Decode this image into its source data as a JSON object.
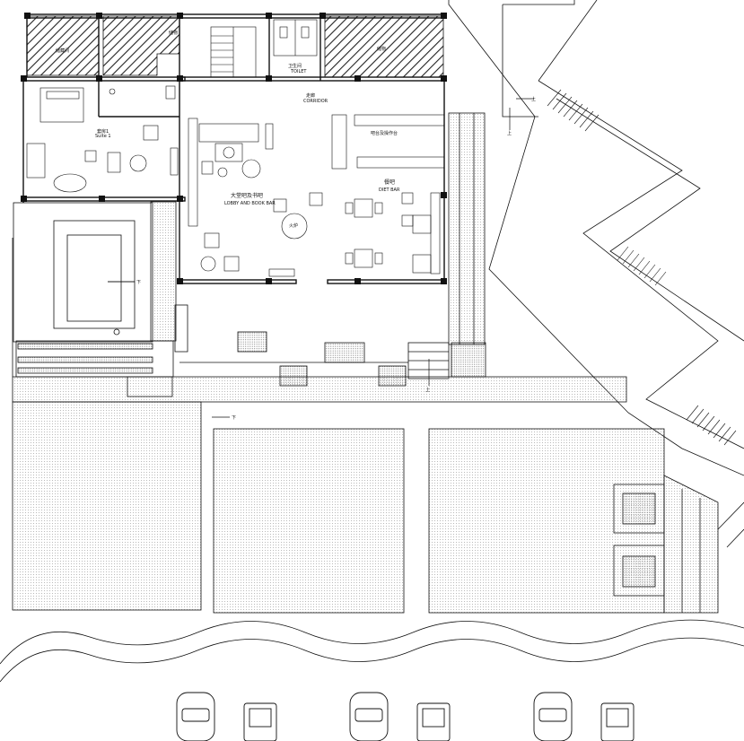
{
  "labels": {
    "storage_left": "储藏间",
    "storage_mid": "储物",
    "storage_right": "储物",
    "toilet_cn": "卫生间",
    "toilet_en": "TOILET",
    "corridor_cn": "走廊",
    "corridor_en": "CORRIDOR",
    "suite_cn": "套房1",
    "suite_en": "Suite 1",
    "bar_counter": "吧台及操作台",
    "lobby_cn": "大堂吧及书吧",
    "lobby_en": "LOBBY AND BOOK BAR",
    "diet_cn": "餐吧",
    "diet_en": "DIET BAR",
    "fireplace": "火炉",
    "down_1": "下",
    "down_2": "下",
    "up_1": "上",
    "up_2": "上",
    "up_3": "上"
  },
  "colors": {
    "line": "#111111",
    "hatch": "#222222",
    "dots": "#9a9a9a"
  }
}
